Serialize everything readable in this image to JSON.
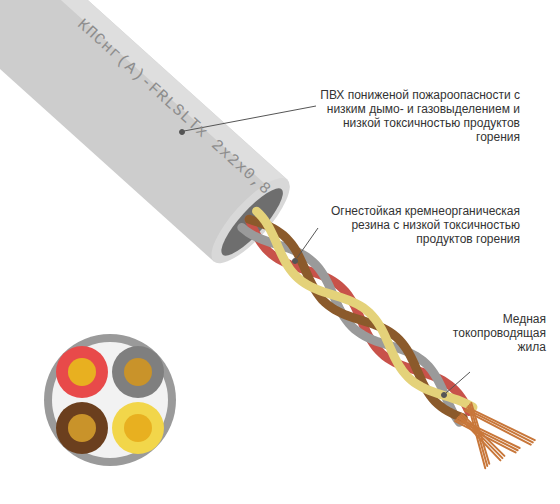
{
  "diagram": {
    "labels": [
      "КПСнг(А)-FRLSLTx 2х2х0,8",
      "ПВХ пониженой пожароопасности с низким дымо- и газовыделением и низкой токсичностью продуктов горения",
      "Огнестойкая кремнеорганическая резина с низкой токсичностью продуктов горения",
      "Медная токопроводящая жила"
    ]
  }
}
